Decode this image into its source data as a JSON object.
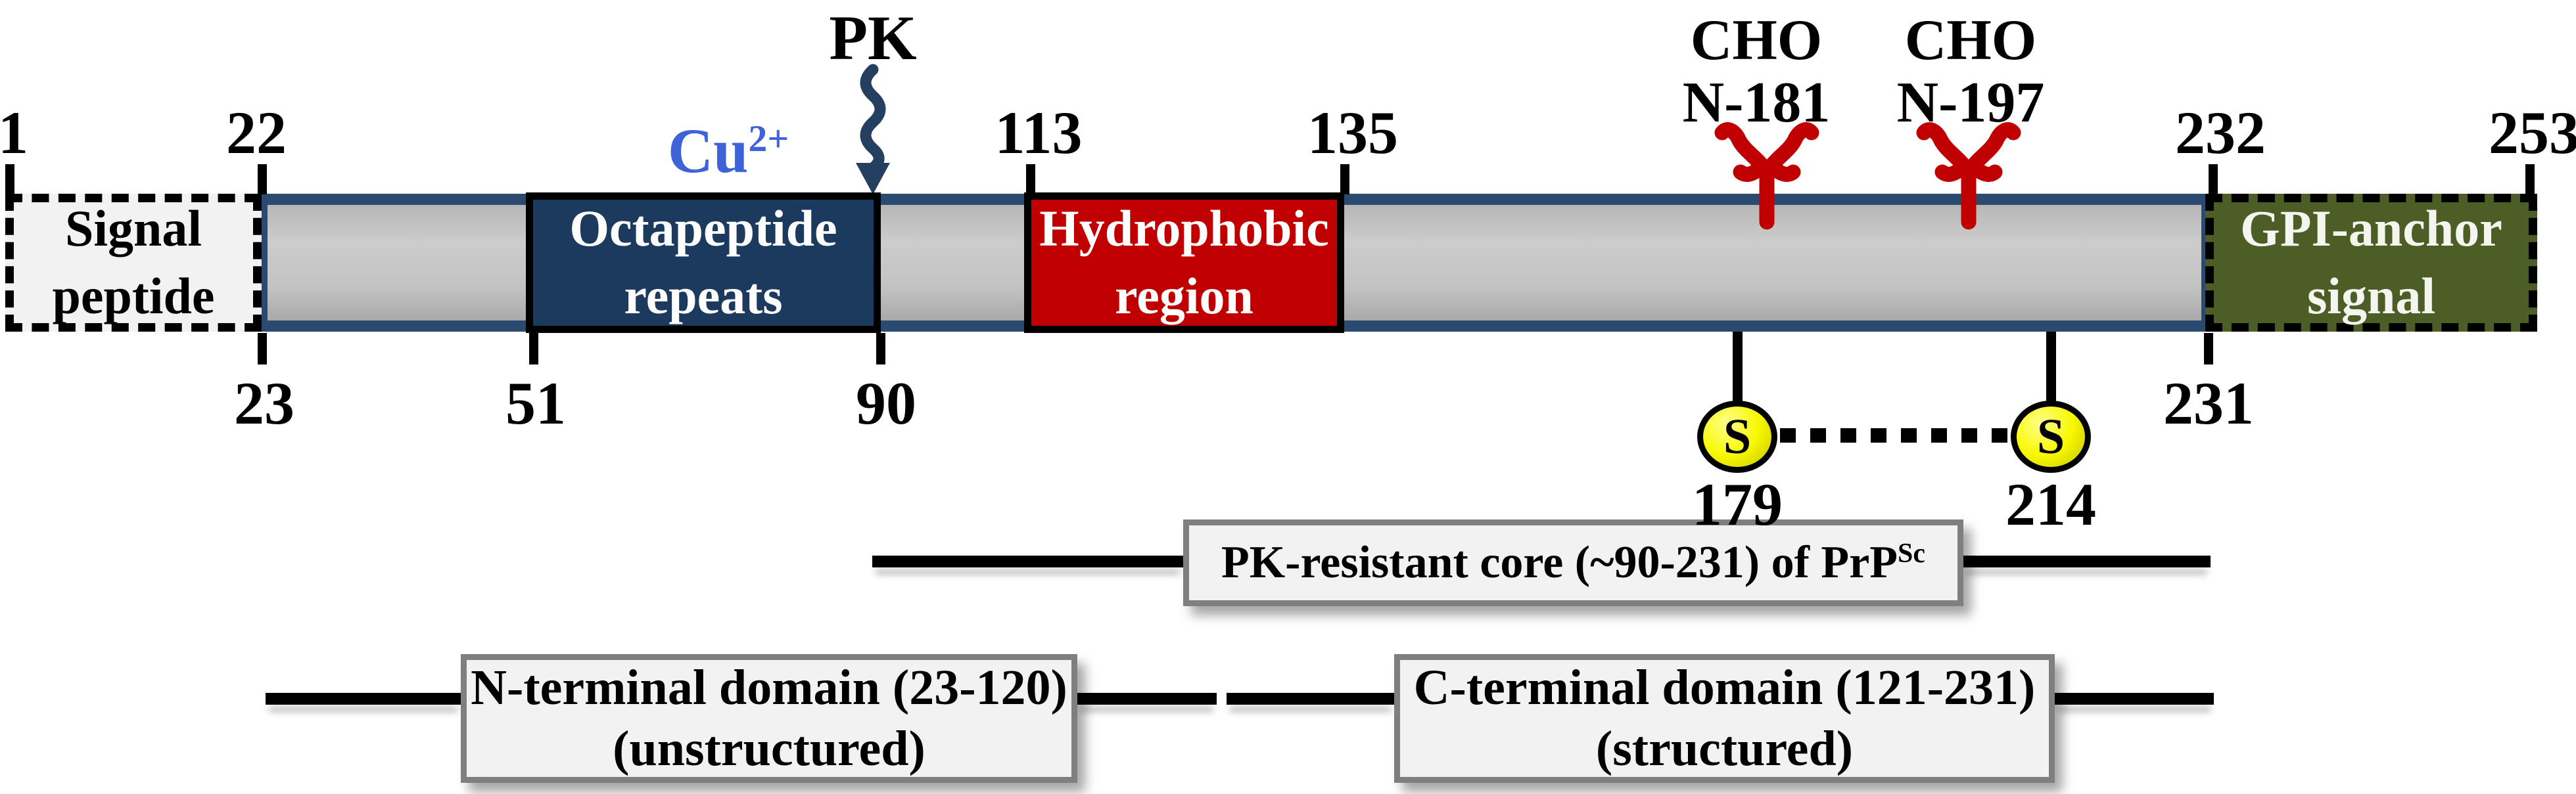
{
  "diagram": {
    "protein_bar": {
      "fill": "#bfbfbf",
      "border_color": "#2b4a6f"
    },
    "regions": {
      "signal_peptide": {
        "lines": [
          "Signal",
          "peptide"
        ],
        "fill": "#f2f2f2",
        "border_style": "dashed"
      },
      "octapeptide_repeats": {
        "lines": [
          "Octapeptide",
          "repeats"
        ],
        "fill": "#1b3a5e",
        "border_style": "solid"
      },
      "hydrophobic_region": {
        "lines": [
          "Hydrophobic",
          "region"
        ],
        "fill": "#c00000",
        "border_style": "solid"
      },
      "gpi_anchor_signal": {
        "lines": [
          "GPI-anchor",
          "signal"
        ],
        "fill": "#4c5d25",
        "border_style": "dashed"
      }
    },
    "residue_ticks_top": [
      {
        "value": "1"
      },
      {
        "value": "22"
      },
      {
        "value": "113"
      },
      {
        "value": "135"
      },
      {
        "value": "232"
      },
      {
        "value": "253"
      }
    ],
    "residue_ticks_bottom": [
      {
        "value": "23"
      },
      {
        "value": "51"
      },
      {
        "value": "90"
      },
      {
        "value": "231"
      }
    ],
    "copper_label": {
      "text": "Cu",
      "superscript": "2+",
      "color": "#3e63d9"
    },
    "pk_cleavage": {
      "label": "PK",
      "arrow_color": "#243f60"
    },
    "glycosylation_sites": [
      {
        "lines": [
          "CHO",
          "N-181"
        ],
        "color": "#c00000"
      },
      {
        "lines": [
          "CHO",
          "N-197"
        ],
        "color": "#c00000"
      }
    ],
    "disulfide_bond": {
      "left": {
        "symbol": "S",
        "residue": "179"
      },
      "right": {
        "symbol": "S",
        "residue": "214"
      },
      "fill": "#f8f800"
    },
    "pk_core_row": {
      "text": "PK-resistant core (~90-231) of PrP",
      "superscript": "Sc"
    },
    "domain_rows": {
      "n_terminal": {
        "lines": [
          "N-terminal domain (23-120)",
          "(unstructured)"
        ]
      },
      "c_terminal": {
        "lines": [
          "C-terminal domain (121-231)",
          "(structured)"
        ]
      }
    }
  }
}
